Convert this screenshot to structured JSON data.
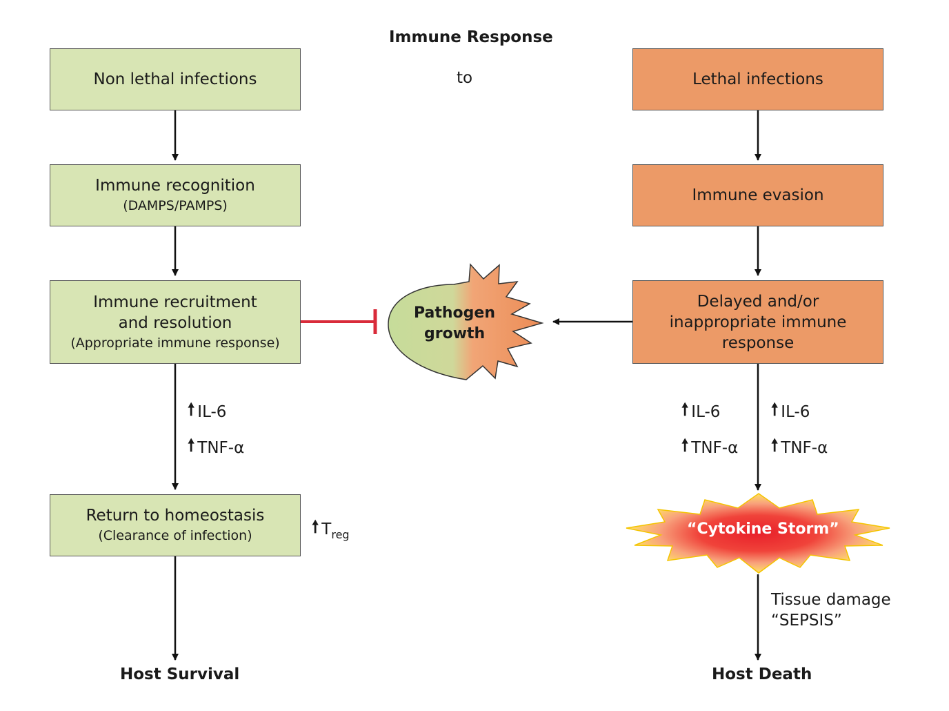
{
  "title": "Immune Response",
  "connector": "to",
  "left": {
    "box1": "Non lethal infections",
    "box2_main": "Immune recognition",
    "box2_sub": "(DAMPS/PAMPS)",
    "box3_line1": "Immune recruitment",
    "box3_line2": "and resolution",
    "box3_sub": "(Appropriate immune response)",
    "box4_main": "Return to homeostasis",
    "box4_sub": "(Clearance of infection)",
    "outcome": "Host Survival",
    "marker1": "IL-6",
    "marker2": "TNF-α",
    "treg_main": "T",
    "treg_sub": "reg"
  },
  "center": {
    "pathogen_line1": "Pathogen",
    "pathogen_line2": "growth"
  },
  "right": {
    "box1": "Lethal infections",
    "box2": "Immune evasion",
    "box3_line1": "Delayed and/or",
    "box3_line2": "inappropriate immune",
    "box3_line3": "response",
    "marker1": "IL-6",
    "marker2": "TNF-α",
    "storm": "“Cytokine Storm”",
    "damage_line1": "Tissue damage",
    "damage_line2": "“SEPSIS”",
    "outcome": "Host Death"
  },
  "arrow_up_symbol": "🠕",
  "colors": {
    "green_box": "#d8e5b4",
    "orange_box": "#ec9a67",
    "inhibit_line": "#d92b3a",
    "storm_core": "#e8202a",
    "storm_edge": "#ffe066"
  }
}
